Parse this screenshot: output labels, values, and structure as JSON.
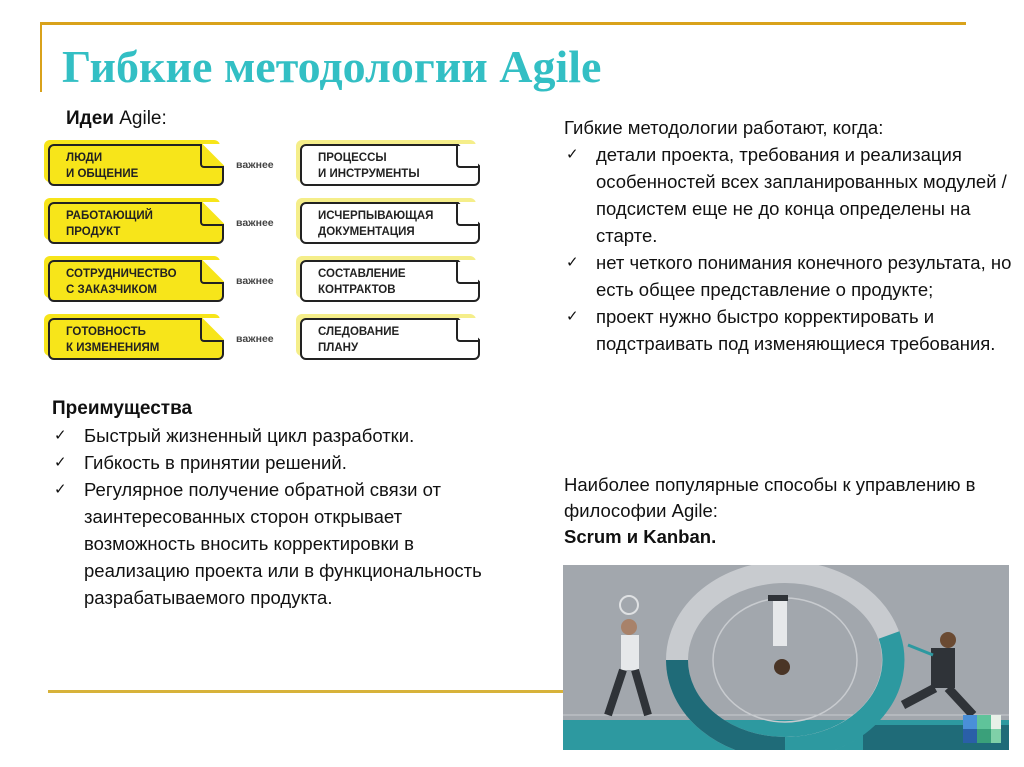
{
  "slide": {
    "title": "Гибкие методологии Agile",
    "accent_color": "#33bfc4",
    "frame_color": "#d9a21b"
  },
  "ideas": {
    "heading_bold": "Идеи",
    "heading_rest": " Agile:",
    "comparison_word": "важнее",
    "rows": [
      {
        "left": [
          "ЛЮДИ",
          "И ОБЩЕНИЕ"
        ],
        "right": [
          "ПРОЦЕССЫ",
          "И ИНСТРУМЕНТЫ"
        ],
        "vs": "важнее"
      },
      {
        "left": [
          "РАБОТАЮЩИЙ",
          "ПРОДУКТ"
        ],
        "right": [
          "ИСЧЕРПЫВАЮЩАЯ",
          "ДОКУМЕНТАЦИЯ"
        ],
        "vs": "важнее"
      },
      {
        "left": [
          "СОТРУДНИЧЕСТВО",
          "С ЗАКАЗЧИКОМ"
        ],
        "right": [
          "СОСТАВЛЕНИЕ",
          "КОНТРАКТОВ"
        ],
        "vs": "важнее"
      },
      {
        "left": [
          "ГОТОВНОСТЬ",
          "К ИЗМЕНЕНИЯМ"
        ],
        "right": [
          "СЛЕДОВАНИЕ",
          "ПЛАНУ"
        ],
        "vs": "важнее"
      }
    ],
    "left_card_color": "#f7e51a"
  },
  "advantages": {
    "title": "Преимущества",
    "bullet_icon": "✓",
    "items": [
      "Быстрый жизненный цикл разработки.",
      "Гибкость в принятии решений.",
      "Регулярное получение обратной связи от заинтересованных сторон открывает возможность вносить корректировки в реализацию проекта или в функциональность разрабатываемого продукта."
    ]
  },
  "when_works": {
    "intro": "Гибкие методологии работают, когда:",
    "items": [
      "детали проекта, требования и реализация особенностей  всех запланированных модулей /подсистем еще не до конца определены на старте.",
      "нет четкого понимания конечного результата, но есть общее представление о продукте;",
      "проект нужно быстро корректировать и подстраивать под изменяющиеся требования."
    ]
  },
  "popular": {
    "text": "Наиболее популярные способы к управлению в философии Agile:",
    "bold": "Scrum и Kanban."
  },
  "illustration": {
    "description": "agile-cycle-illustration",
    "colors": {
      "background": "#a2a7ad",
      "teal_dark": "#1f6b78",
      "teal": "#2d99a0",
      "ring_light": "#c8cbcf"
    }
  }
}
